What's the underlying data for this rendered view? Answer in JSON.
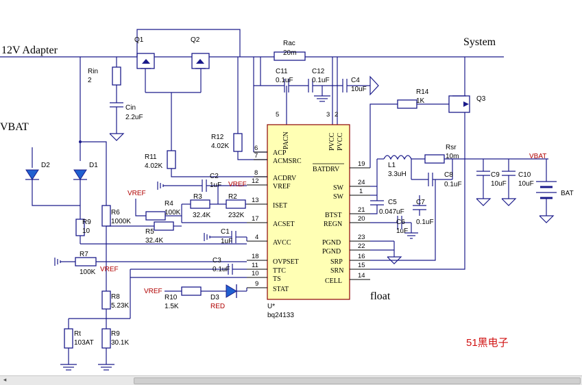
{
  "labels": {
    "adapter": "12V Adapter",
    "system": "System",
    "vbat_left": "VBAT",
    "vbat_right": "VBAT",
    "bat": "BAT",
    "float_note": "float",
    "watermark": "51黑电子",
    "vref": "VREF"
  },
  "chip": {
    "ref": "U*",
    "part": "bq24133",
    "left_pins": [
      {
        "num": "6",
        "name": "ACP"
      },
      {
        "num": "7",
        "name": "ACMSRC"
      },
      {
        "num": "8",
        "name": "ACDRV"
      },
      {
        "num": "12",
        "name": "VREF"
      },
      {
        "num": "13",
        "name": "ISET"
      },
      {
        "num": "17",
        "name": "ACSET"
      },
      {
        "num": "4",
        "name": "AVCC"
      },
      {
        "num": "18",
        "name": "OVPSET"
      },
      {
        "num": "11",
        "name": "TTC"
      },
      {
        "num": "10",
        "name": "TS"
      },
      {
        "num": "9",
        "name": "STAT"
      }
    ],
    "top_pins": [
      {
        "num": "5",
        "name": "PACN"
      },
      {
        "num": "3",
        "name": "PVCC"
      },
      {
        "num": "2",
        "name": "PVCC"
      }
    ],
    "right_pins": [
      {
        "num": "19",
        "name": "BATDRV"
      },
      {
        "num": "24",
        "name": "SW"
      },
      {
        "num": "1",
        "name": "SW"
      },
      {
        "num": "21",
        "name": "BTST"
      },
      {
        "num": "20",
        "name": "REGN"
      },
      {
        "num": "23",
        "name": "PGND"
      },
      {
        "num": "22",
        "name": "PGND"
      },
      {
        "num": "16",
        "name": "SRP"
      },
      {
        "num": "15",
        "name": "SRN"
      },
      {
        "num": "14",
        "name": "CELL"
      }
    ]
  },
  "components": {
    "q1": "Q1",
    "q2": "Q2",
    "q3": "Q3",
    "rac": "Rac",
    "rac_val": "20m",
    "rin": "Rin",
    "rin_val": "2",
    "cin": "Cin",
    "cin_val": "2.2uF",
    "c11": "C11",
    "c11_val": "0.1uF",
    "c12": "C12",
    "c12_val": "0.1uF",
    "c4": "C4",
    "c4_val": "10uF",
    "r14": "R14",
    "r14_val": "1K",
    "r12": "R12",
    "r12_val": "4.02K",
    "r11": "R11",
    "r11_val": "4.02K",
    "d1": "D1",
    "d2": "D2",
    "c2": "C2",
    "c2_val": "1uF",
    "r4": "R4",
    "r4_val": "100K",
    "r3": "R3",
    "r3_val": "32.4K",
    "r2": "R2",
    "r2_val": "232K",
    "r5": "R5",
    "r5_val": "32.4K",
    "r6": "R6",
    "r6_val": "1000K",
    "r9a": "R9",
    "r9a_val": "10",
    "c1": "C1",
    "c1_val": "1uF",
    "r7": "R7",
    "r7_val": "100K",
    "c3": "C3",
    "c3_val": "0.1uF",
    "r8": "R8",
    "r8_val": "5.23K",
    "r10": "R10",
    "r10_val": "1.5K",
    "d3": "D3",
    "d3_val": "RED",
    "rt": "Rt",
    "rt_val": "103AT",
    "r9b": "R9",
    "r9b_val": "30.1K",
    "l1": "L1",
    "l1_val": "3.3uH",
    "rsr": "Rsr",
    "rsr_val": "10m",
    "c5": "C5",
    "c5_val": "0.047uF",
    "c6": "C6",
    "c6_val": "1uF",
    "c7": "C7",
    "c7_val": "0.1uF",
    "c8": "C8",
    "c8_val": "0.1uF",
    "c9": "C9",
    "c9_val": "10uF",
    "c10": "C10",
    "c10_val": "10uF"
  },
  "colors": {
    "wire": "#1a1a8a",
    "chip_fill": "#ffffb4",
    "chip_border": "#8b0000",
    "power_label": "#b00000",
    "led": "#2060d0"
  }
}
